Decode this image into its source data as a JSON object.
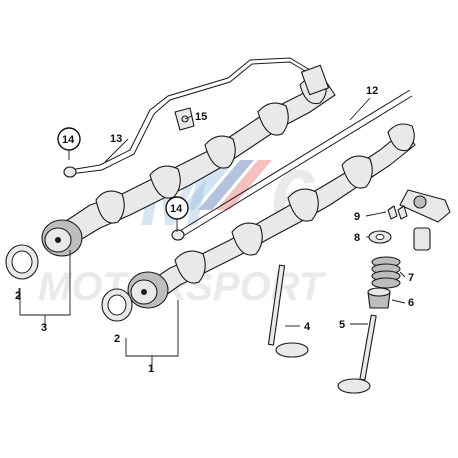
{
  "watermark": {
    "logo_letters": "M",
    "text": "MOTORSPORT",
    "colors": [
      "#7fb0e0",
      "#2c4f9e",
      "#e04b4b"
    ]
  },
  "callouts": [
    {
      "id": "c1",
      "label": "1"
    },
    {
      "id": "c2a",
      "label": "2"
    },
    {
      "id": "c2b",
      "label": "2"
    },
    {
      "id": "c3",
      "label": "3"
    },
    {
      "id": "c4",
      "label": "4"
    },
    {
      "id": "c5",
      "label": "5"
    },
    {
      "id": "c6",
      "label": "6"
    },
    {
      "id": "c7",
      "label": "7"
    },
    {
      "id": "c8",
      "label": "8"
    },
    {
      "id": "c9",
      "label": "9"
    },
    {
      "id": "c12",
      "label": "12"
    },
    {
      "id": "c13",
      "label": "13"
    },
    {
      "id": "c14a",
      "label": "14"
    },
    {
      "id": "c14b",
      "label": "14"
    },
    {
      "id": "c15",
      "label": "15"
    }
  ]
}
